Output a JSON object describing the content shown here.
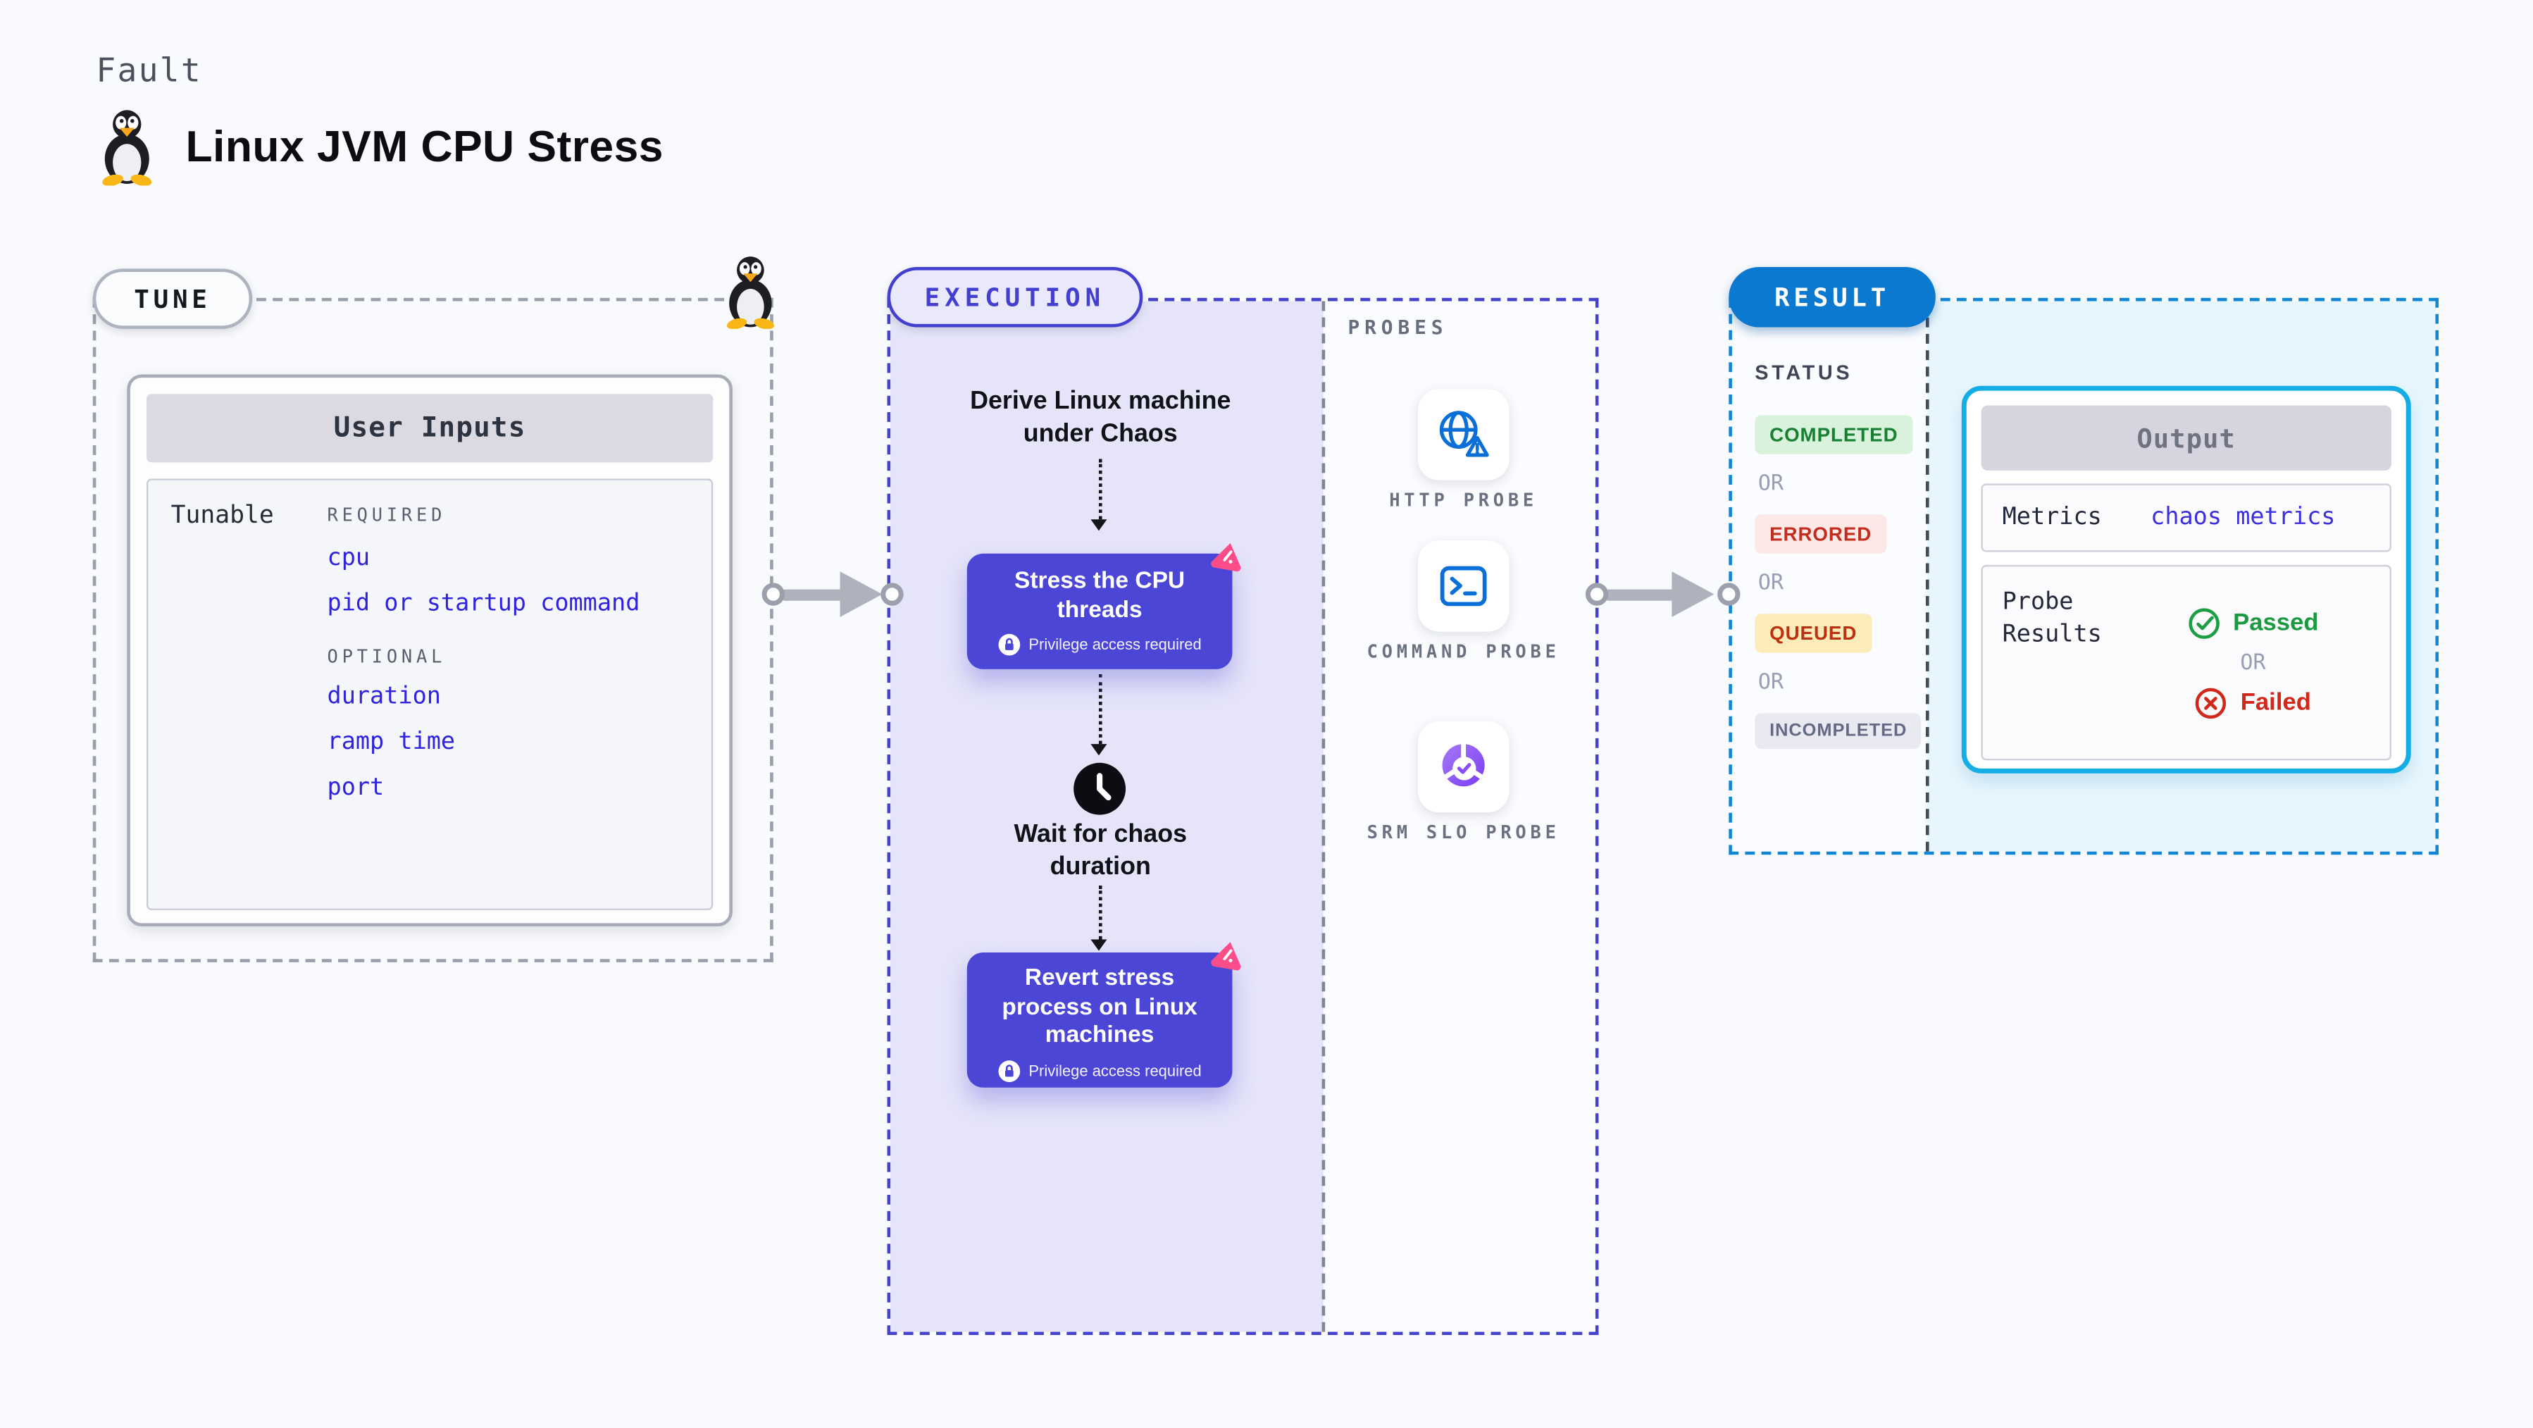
{
  "page": {
    "kicker": "Fault",
    "title": "Linux JVM CPU Stress"
  },
  "tune": {
    "label": "TUNE",
    "card_title": "User Inputs",
    "row_label": "Tunable",
    "required_label": "REQUIRED",
    "required_items": [
      "cpu",
      "pid or startup command"
    ],
    "optional_label": "OPTIONAL",
    "optional_items": [
      "duration",
      "ramp time",
      "port"
    ]
  },
  "execution": {
    "label": "EXECUTION",
    "derive_text": "Derive Linux machine under Chaos",
    "stress_title": "Stress the CPU threads",
    "privilege_badge": "Privilege access required",
    "wait_text": "Wait for chaos duration",
    "revert_title": "Revert stress process on Linux machines"
  },
  "probes": {
    "label": "PROBES",
    "items": [
      {
        "name": "HTTP PROBE",
        "icon": "globe-alert-icon"
      },
      {
        "name": "COMMAND PROBE",
        "icon": "terminal-icon"
      },
      {
        "name": "SRM SLO PROBE",
        "icon": "slo-donut-check-icon"
      }
    ]
  },
  "result": {
    "label": "RESULT",
    "status_label": "STATUS",
    "or_label": "OR",
    "statuses": [
      {
        "label": "COMPLETED"
      },
      {
        "label": "ERRORED"
      },
      {
        "label": "QUEUED"
      },
      {
        "label": "INCOMPLETED"
      }
    ],
    "output": {
      "title": "Output",
      "metrics_label": "Metrics",
      "metrics_value": "chaos metrics",
      "probe_results_label": "Probe Results",
      "passed": "Passed",
      "failed": "Failed"
    }
  },
  "icons": {
    "title_icon": "tux-penguin-icon",
    "tune_corner_icon": "tux-penguin-icon",
    "step_corner_icon": "chaos-pinwheel-icon",
    "privilege_icon": "lock-icon",
    "wait_icon": "clock-icon",
    "passed_icon": "check-circle-icon",
    "failed_icon": "x-circle-icon"
  },
  "colors": {
    "page_bg": "#f9fafd",
    "indigo_node": "#4b46d6",
    "lavender_bg": "#e5e4f9",
    "execution_border": "#4340cf",
    "tune_border": "#999fab",
    "link_blue": "#2f23df",
    "result_blue": "#0b79d0",
    "output_border": "#14ade5",
    "output_bg": "#e7f6fd",
    "success_green": "#1b9a40",
    "error_red": "#d1281b",
    "queued_bg": "#fcecb9",
    "pink_accent": "#fa4d8a",
    "probe_icon_blue": "#0a6fd6",
    "srm_purple": "#8a4ff4"
  }
}
